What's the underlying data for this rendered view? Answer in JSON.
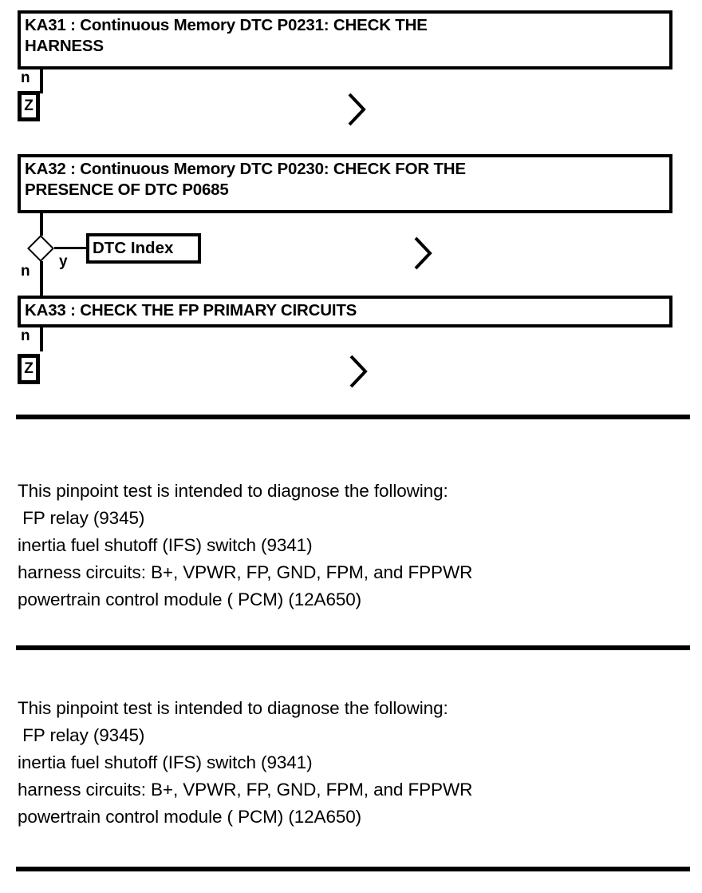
{
  "document": {
    "type": "diagnostic-pinpoint-test-flowchart"
  },
  "flowchart": {
    "steps": [
      {
        "id": "KA31",
        "label": "KA31 : Continuous Memory DTC P0231: CHECK THE\nHARNESS",
        "branch_label": "n",
        "terminator": "Z",
        "chevron": "›"
      },
      {
        "id": "KA32",
        "label": "KA32 : Continuous Memory DTC P0230: CHECK FOR THE\nPRESENCE OF DTC P0685",
        "branch_no": "n",
        "branch_yes": "y",
        "chevron": "›"
      },
      {
        "id": "KA33",
        "label": "KA33 : CHECK THE FP PRIMARY CIRCUITS",
        "branch_label": "n",
        "terminator": "Z",
        "chevron": "›"
      }
    ],
    "reference_box": {
      "label": "DTC Index"
    },
    "terminator_symbol": "Z",
    "branch_no_symbol": "n",
    "branch_yes_symbol": "y"
  },
  "description_blocks": [
    {
      "text": "This pinpoint test is intended to diagnose the following:\n FP relay (9345)\ninertia fuel shutoff (IFS) switch (9341)\nharness circuits: B+, VPWR, FP, GND, FPM, and FPPWR\npowertrain control module ( PCM) (12A650)"
    },
    {
      "text": "This pinpoint test is intended to diagnose the following:\n FP relay (9345)\ninertia fuel shutoff (IFS) switch (9341)\nharness circuits: B+, VPWR, FP, GND, FPM, and FPPWR\npowertrain control module ( PCM) (12A650)"
    }
  ],
  "colors": {
    "ink": "#000000",
    "paper": "#ffffff"
  }
}
